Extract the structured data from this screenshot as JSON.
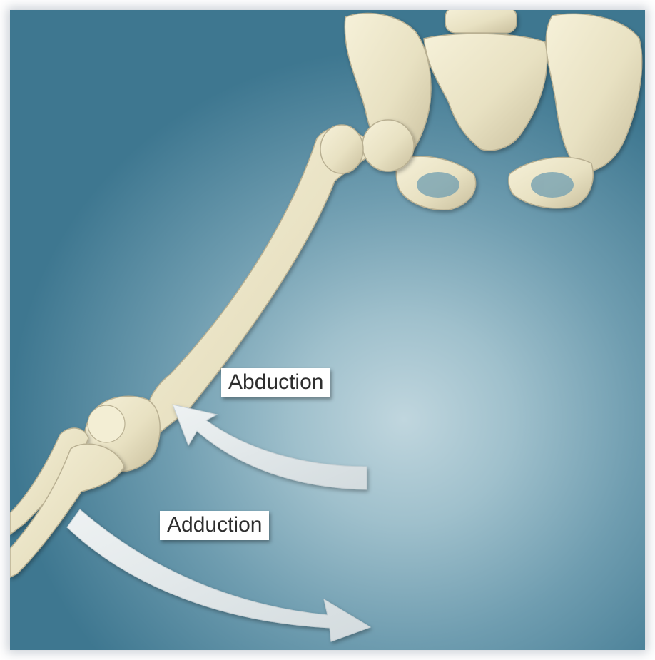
{
  "labels": {
    "abduction": "Abduction",
    "adduction": "Adduction"
  },
  "colors": {
    "background_center": "#c0d6de",
    "background_edge": "#3e7790",
    "bone": "#ece6c8",
    "bone_shadow": "#b9b092",
    "arrow": "#e1e6e8"
  },
  "icons": {
    "abduction_arrow": "curved-arrow-up-left",
    "adduction_arrow": "curved-arrow-down-right"
  }
}
